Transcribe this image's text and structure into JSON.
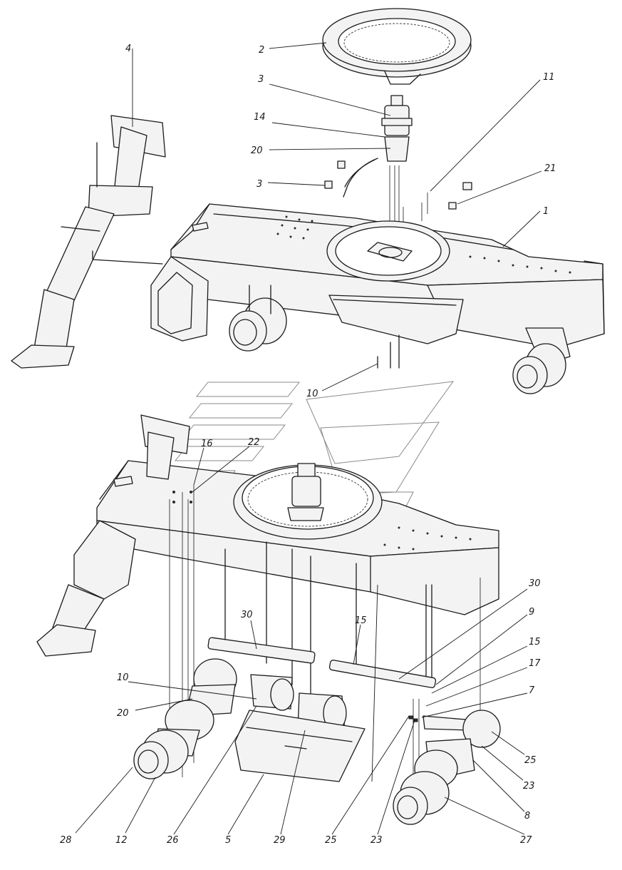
{
  "callouts": [
    {
      "id": "c2",
      "label": "2"
    },
    {
      "id": "c3a",
      "label": "3"
    },
    {
      "id": "c4",
      "label": "4"
    },
    {
      "id": "c14",
      "label": "14"
    },
    {
      "id": "c20a",
      "label": "20"
    },
    {
      "id": "c11",
      "label": "11"
    },
    {
      "id": "c3b",
      "label": "3"
    },
    {
      "id": "c21",
      "label": "21"
    },
    {
      "id": "c1",
      "label": "1"
    },
    {
      "id": "c10a",
      "label": "10"
    },
    {
      "id": "c16",
      "label": "16"
    },
    {
      "id": "c22",
      "label": "22"
    },
    {
      "id": "c30a",
      "label": "30"
    },
    {
      "id": "c15a",
      "label": "15"
    },
    {
      "id": "c30b",
      "label": "30"
    },
    {
      "id": "c9",
      "label": "9"
    },
    {
      "id": "c15b",
      "label": "15"
    },
    {
      "id": "c17",
      "label": "17"
    },
    {
      "id": "c7",
      "label": "7"
    },
    {
      "id": "c10b",
      "label": "10"
    },
    {
      "id": "c20b",
      "label": "20"
    },
    {
      "id": "c25a",
      "label": "25"
    },
    {
      "id": "c23a",
      "label": "23"
    },
    {
      "id": "c8",
      "label": "8"
    },
    {
      "id": "c27",
      "label": "27"
    },
    {
      "id": "c28",
      "label": "28"
    },
    {
      "id": "c12",
      "label": "12"
    },
    {
      "id": "c26",
      "label": "26"
    },
    {
      "id": "c5",
      "label": "5"
    },
    {
      "id": "c29",
      "label": "29"
    },
    {
      "id": "c25b",
      "label": "25"
    },
    {
      "id": "c23b",
      "label": "23"
    }
  ]
}
